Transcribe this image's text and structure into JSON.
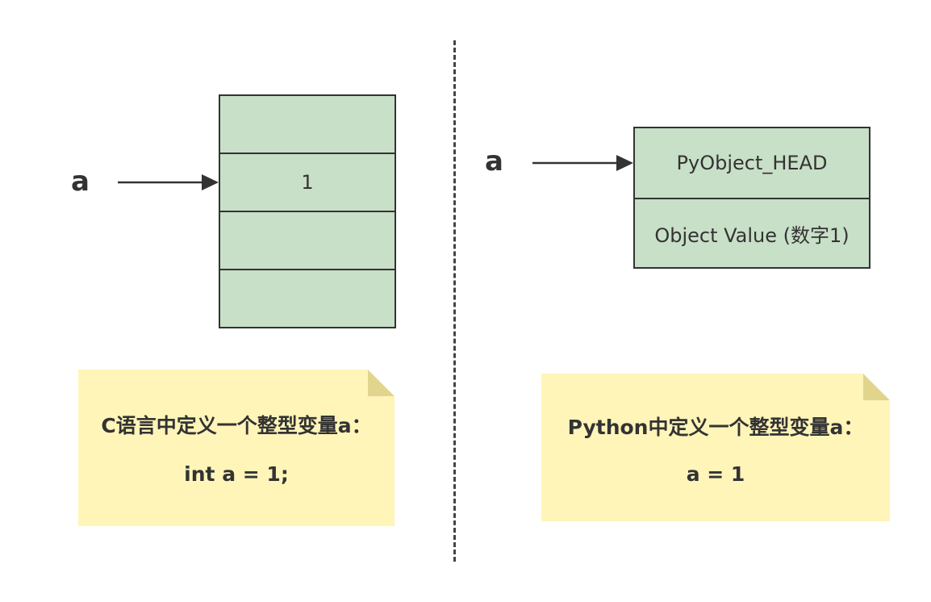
{
  "left": {
    "var_label": "a",
    "memory_cells": [
      "",
      "1",
      "",
      ""
    ],
    "note": {
      "line1": "C语言中定义一个整型变量a：",
      "line2": "int a = 1;"
    }
  },
  "right": {
    "var_label": "a",
    "pyobject": {
      "head": "PyObject_HEAD",
      "value": "Object Value (数字1)"
    },
    "note": {
      "line1": "Python中定义一个整型变量a：",
      "line2": "a = 1"
    }
  },
  "colors": {
    "box_fill": "#c8dfc8",
    "box_stroke": "#333333",
    "note_fill": "#fff5b9",
    "note_fold": "#e1d48c",
    "divider": "#444444"
  }
}
